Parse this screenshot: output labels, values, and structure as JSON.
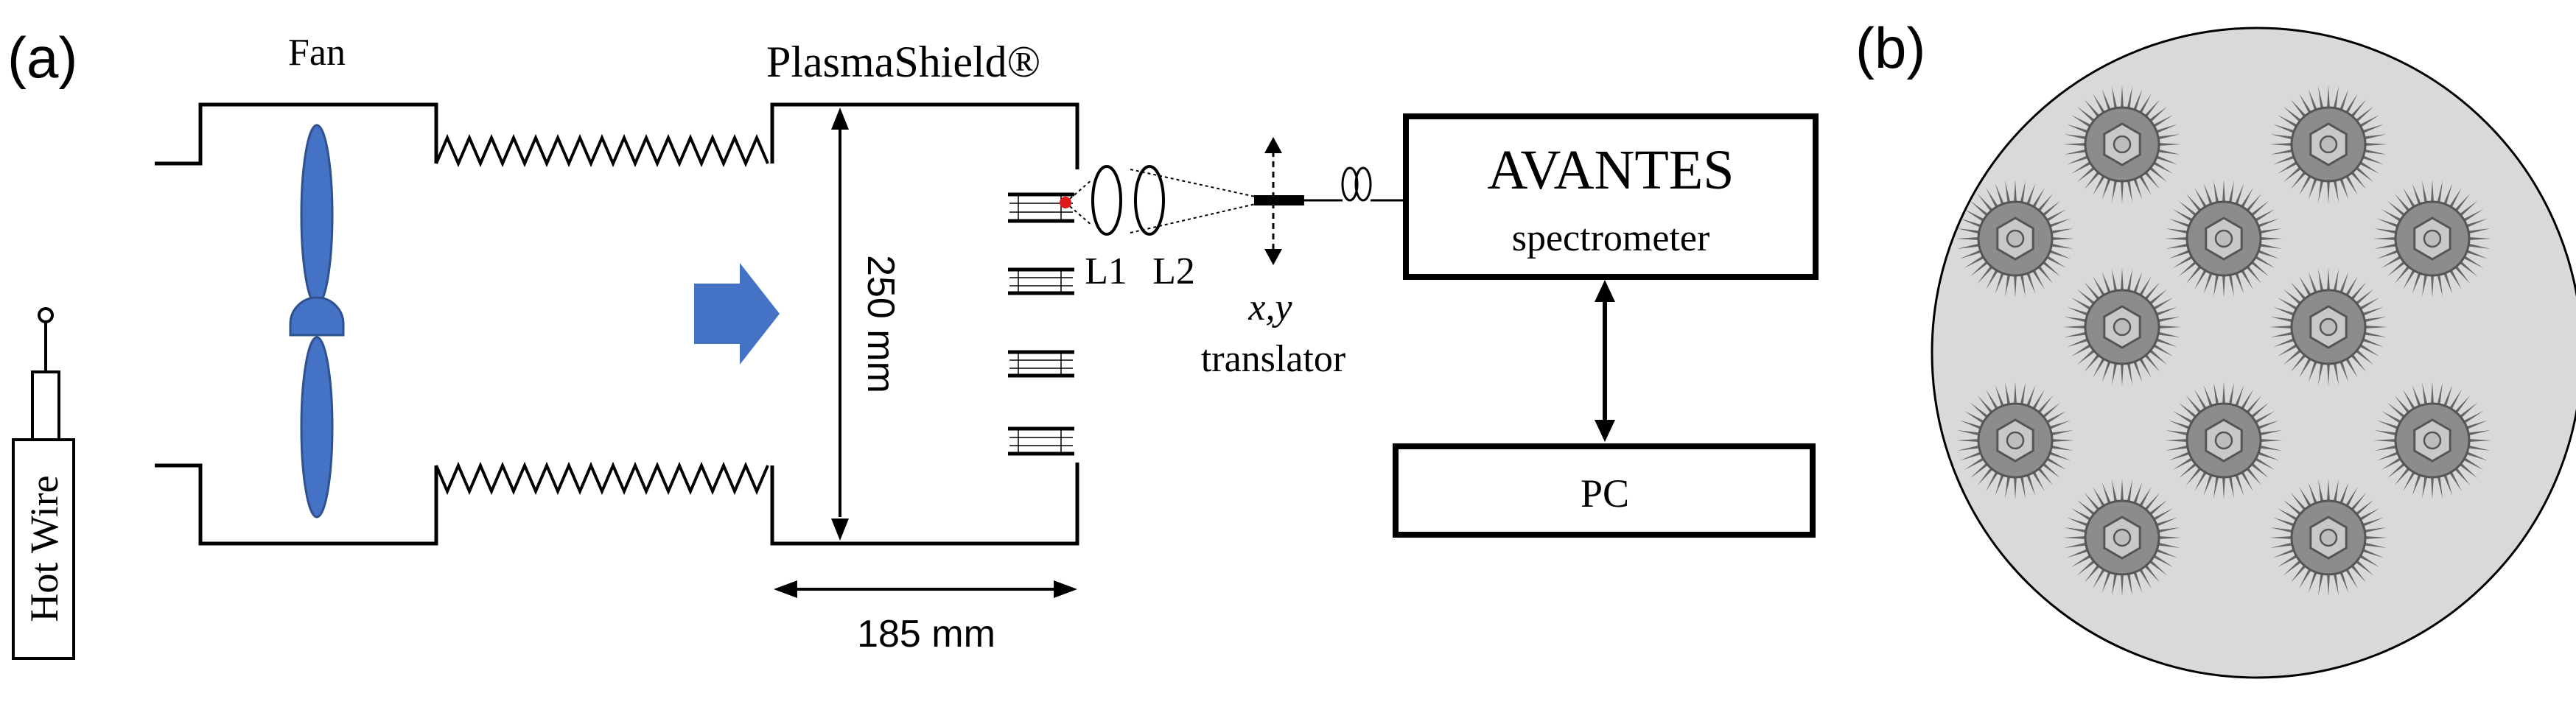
{
  "panel_a": {
    "tag": "(a)",
    "fan_label": "Fan",
    "device_label": "PlasmaShield®",
    "height_dim": "250 mm",
    "width_dim": "185 mm",
    "lens1_label": "L1",
    "lens2_label": "L2",
    "translator_xy": "x,y",
    "translator_label": "translator",
    "spectrometer_brand": "AVANTES",
    "spectrometer_label": "spectrometer",
    "pc_label": "PC",
    "hot_wire_label": "Hot Wire"
  },
  "panel_b": {
    "tag": "(b)",
    "needle_count": 12
  },
  "colors": {
    "line": "#000000",
    "fan_blue": "#4472c4",
    "arrow_blue": "#4472c4",
    "focus_red": "#e0191b",
    "disc_fill": "#d9d9d9",
    "needle_gray": "#8c8c8c",
    "needle_dark": "#666666"
  }
}
